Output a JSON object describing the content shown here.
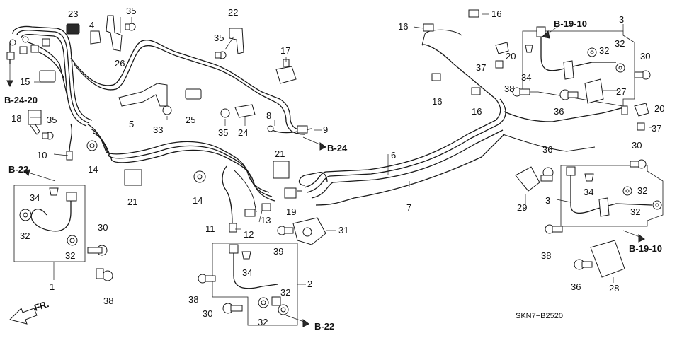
{
  "diagram_code": "SKN7−B2520",
  "front_arrow_label": "FR.",
  "callouts": [
    {
      "id": "c23a",
      "text": "23"
    },
    {
      "id": "c4",
      "text": "4"
    },
    {
      "id": "c35a",
      "text": "35"
    },
    {
      "id": "c22",
      "text": "22"
    },
    {
      "id": "c35b",
      "text": "35"
    },
    {
      "id": "c26",
      "text": "26"
    },
    {
      "id": "c15",
      "text": "15"
    },
    {
      "id": "c17",
      "text": "17"
    },
    {
      "id": "c5",
      "text": "5"
    },
    {
      "id": "c33",
      "text": "33"
    },
    {
      "id": "c25",
      "text": "25"
    },
    {
      "id": "c35c",
      "text": "35"
    },
    {
      "id": "c24",
      "text": "24"
    },
    {
      "id": "c8",
      "text": "8"
    },
    {
      "id": "c9",
      "text": "9"
    },
    {
      "id": "c18",
      "text": "18"
    },
    {
      "id": "c35d",
      "text": "35"
    },
    {
      "id": "c10a",
      "text": "10"
    },
    {
      "id": "c14a",
      "text": "14"
    },
    {
      "id": "c21a",
      "text": "21"
    },
    {
      "id": "c21b",
      "text": "21"
    },
    {
      "id": "c14b",
      "text": "14"
    },
    {
      "id": "c19",
      "text": "19"
    },
    {
      "id": "c13",
      "text": "13"
    },
    {
      "id": "c12",
      "text": "12"
    },
    {
      "id": "c11",
      "text": "11"
    },
    {
      "id": "c31",
      "text": "31"
    },
    {
      "id": "c39",
      "text": "39"
    },
    {
      "id": "c6",
      "text": "6"
    },
    {
      "id": "c7",
      "text": "7"
    },
    {
      "id": "c34a",
      "text": "34"
    },
    {
      "id": "c32a",
      "text": "32"
    },
    {
      "id": "c30a",
      "text": "30"
    },
    {
      "id": "c32b",
      "text": "32"
    },
    {
      "id": "c1",
      "text": "1"
    },
    {
      "id": "c38a",
      "text": "38"
    },
    {
      "id": "c34b",
      "text": "34"
    },
    {
      "id": "c2",
      "text": "2"
    },
    {
      "id": "c38b",
      "text": "38"
    },
    {
      "id": "c32c",
      "text": "32"
    },
    {
      "id": "c30b",
      "text": "30"
    },
    {
      "id": "c32d",
      "text": "32"
    },
    {
      "id": "c16a",
      "text": "16"
    },
    {
      "id": "c16b",
      "text": "16"
    },
    {
      "id": "c16c",
      "text": "16"
    },
    {
      "id": "c16d",
      "text": "16"
    },
    {
      "id": "c20a",
      "text": "20"
    },
    {
      "id": "c37a",
      "text": "37"
    },
    {
      "id": "c34c",
      "text": "34"
    },
    {
      "id": "c38c",
      "text": "38"
    },
    {
      "id": "c3a",
      "text": "3"
    },
    {
      "id": "c32e",
      "text": "32"
    },
    {
      "id": "c32f",
      "text": "32"
    },
    {
      "id": "c30c",
      "text": "30"
    },
    {
      "id": "c27",
      "text": "27"
    },
    {
      "id": "c36a",
      "text": "36"
    },
    {
      "id": "c20b",
      "text": "20"
    },
    {
      "id": "c37b",
      "text": "37"
    },
    {
      "id": "c36b",
      "text": "36"
    },
    {
      "id": "c30d",
      "text": "30"
    },
    {
      "id": "c29",
      "text": "29"
    },
    {
      "id": "c34d",
      "text": "34"
    },
    {
      "id": "c3b",
      "text": "3"
    },
    {
      "id": "c32g",
      "text": "32"
    },
    {
      "id": "c32h",
      "text": "32"
    },
    {
      "id": "c38d",
      "text": "38"
    },
    {
      "id": "c36c",
      "text": "36"
    },
    {
      "id": "c28",
      "text": "28"
    }
  ],
  "references": [
    {
      "id": "r1",
      "text": "B-24-20"
    },
    {
      "id": "r2",
      "text": "B-22"
    },
    {
      "id": "r3",
      "text": "B-24"
    },
    {
      "id": "r4",
      "text": "B-22"
    },
    {
      "id": "r5",
      "text": "B-19-10"
    },
    {
      "id": "r6",
      "text": "B-19-10"
    }
  ]
}
